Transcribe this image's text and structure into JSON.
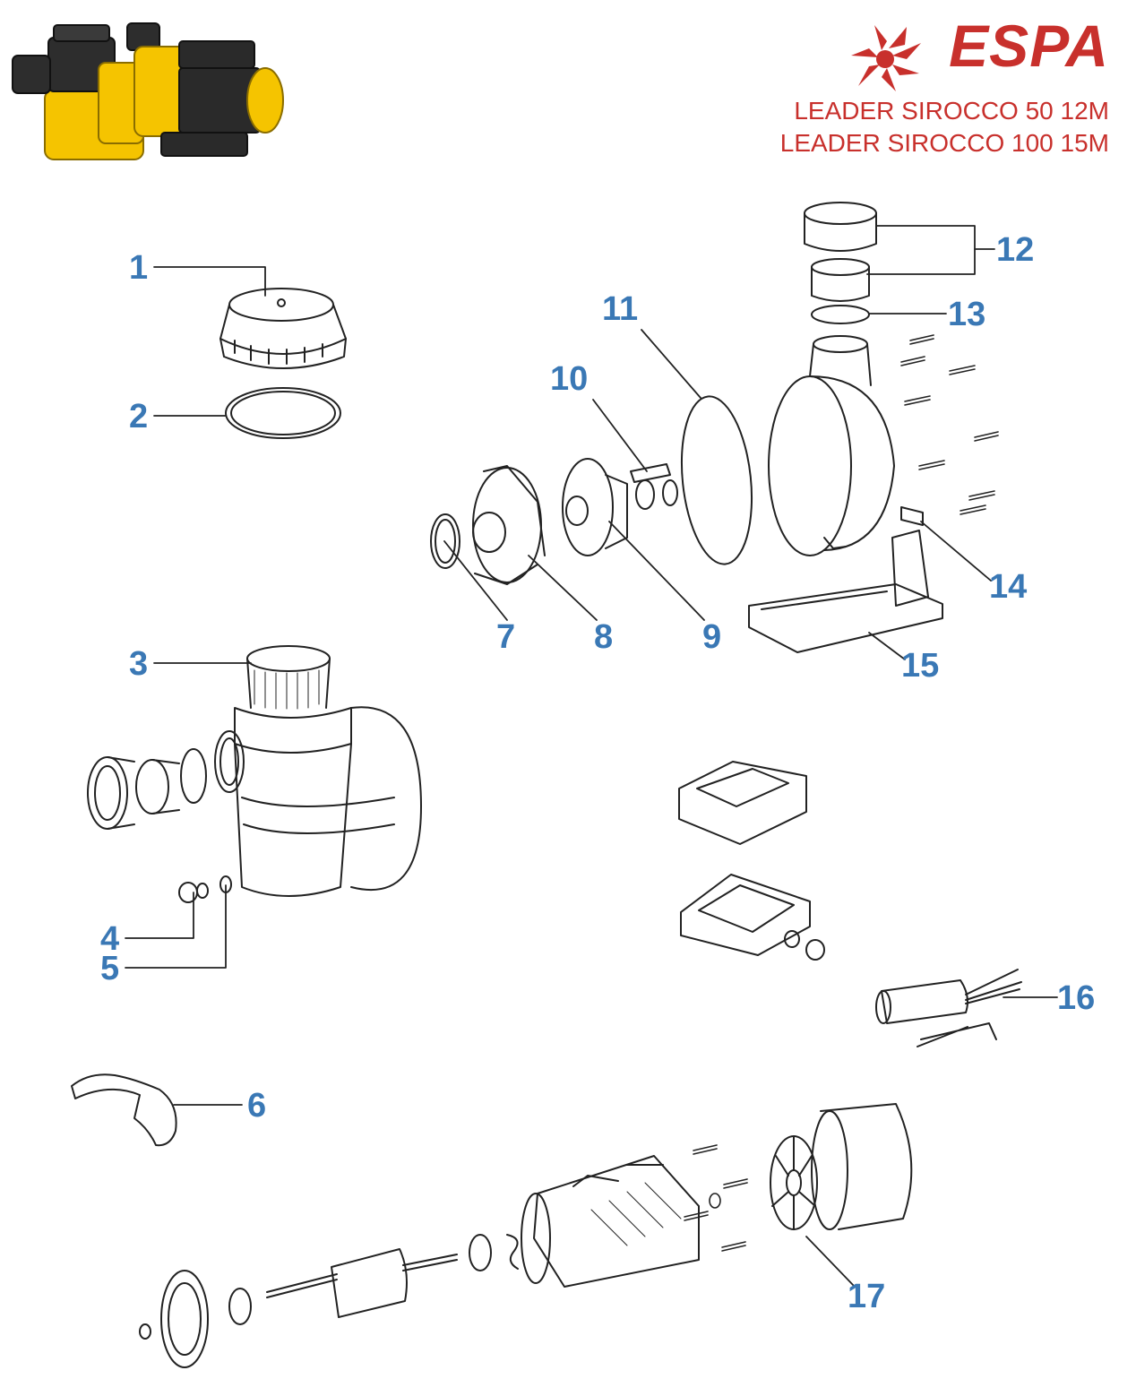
{
  "brand": {
    "name": "ESPA",
    "color": "#c8302c",
    "models": [
      "LEADER SIROCCO 50 12M",
      "LEADER SIROCCO 100 15M"
    ]
  },
  "label_color": "#3a78b5",
  "parts": [
    "1",
    "2",
    "3",
    "4",
    "5",
    "6",
    "7",
    "8",
    "9",
    "10",
    "11",
    "12",
    "13",
    "14",
    "15",
    "16",
    "17"
  ]
}
